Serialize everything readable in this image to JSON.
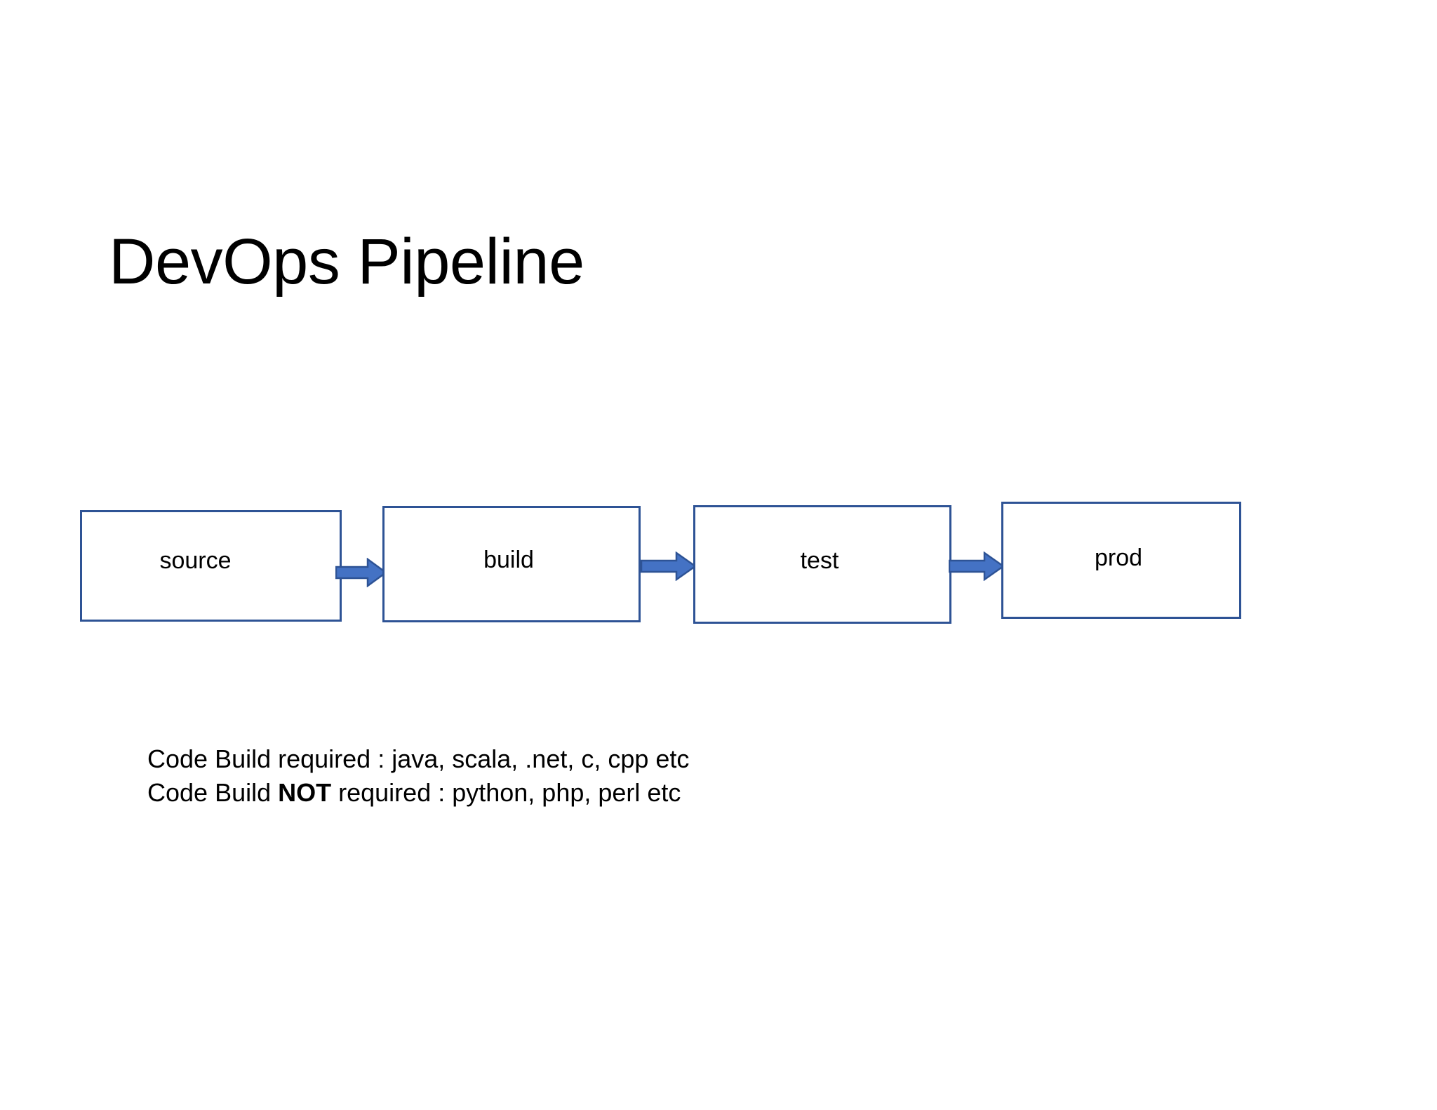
{
  "slide": {
    "title": "DevOps Pipeline",
    "background_color": "#FFFFFF",
    "accent_color": "#4472C4",
    "border_color": "#2E5395",
    "text_color": "#000000"
  },
  "pipeline": {
    "stages": [
      {
        "id": "source",
        "label": "source"
      },
      {
        "id": "build",
        "label": "build"
      },
      {
        "id": "test",
        "label": "test"
      },
      {
        "id": "prod",
        "label": "prod"
      }
    ],
    "connectors": [
      {
        "id": "source-to-build",
        "icon": "right-arrow-icon",
        "from": "source",
        "to": "build"
      },
      {
        "id": "build-to-test",
        "icon": "right-arrow-icon",
        "from": "build",
        "to": "test"
      },
      {
        "id": "test-to-prod",
        "icon": "right-arrow-icon",
        "from": "test",
        "to": "prod"
      }
    ]
  },
  "notes": {
    "line1": "Code Build required : java, scala, .net, c, cpp etc",
    "line2_prefix": "Code Build ",
    "line2_emphasis": "NOT",
    "line2_suffix": " required : python, php, perl etc"
  }
}
